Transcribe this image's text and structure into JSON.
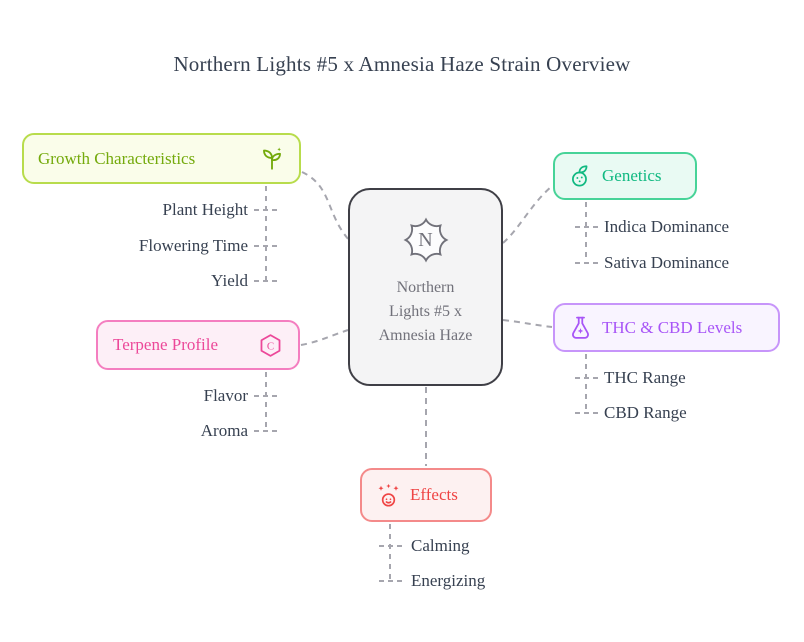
{
  "title": "Northern Lights #5 x Amnesia Haze Strain Overview",
  "center": {
    "badge": "N",
    "label": "Northern Lights #5 x Amnesia Haze"
  },
  "branches": {
    "growth": {
      "label": "Growth Characteristics",
      "icon": "sprout-icon",
      "children": [
        "Plant Height",
        "Flowering Time",
        "Yield"
      ]
    },
    "terpene": {
      "label": "Terpene Profile",
      "icon": "hexagon-c-icon",
      "icon_letter": "C",
      "children": [
        "Flavor",
        "Aroma"
      ]
    },
    "genetics": {
      "label": "Genetics",
      "icon": "berry-leaf-icon",
      "children": [
        "Indica Dominance",
        "Sativa Dominance"
      ]
    },
    "thc": {
      "label": "THC & CBD Levels",
      "icon": "flask-icon",
      "children": [
        "THC Range",
        "CBD Range"
      ]
    },
    "effects": {
      "label": "Effects",
      "icon": "sparkle-face-icon",
      "children": [
        "Calming",
        "Energizing"
      ]
    }
  },
  "colors": {
    "growth": {
      "text": "#74aa0c",
      "border": "#b8dc4c",
      "background": "#fafdea"
    },
    "genetics": {
      "text": "#10b981",
      "border": "#47d398",
      "background": "#e9faf3"
    },
    "terpene": {
      "text": "#ec4899",
      "border": "#f47ec0",
      "background": "#fdeff7"
    },
    "thc": {
      "text": "#a855f7",
      "border": "#c795fa",
      "background": "#f9f4ff"
    },
    "effects": {
      "text": "#ef4444",
      "border": "#f48a8a",
      "background": "#fdf1f1"
    },
    "center": {
      "text": "#71717a",
      "border": "#3f3f46",
      "background": "#f4f4f5"
    },
    "connector": "#a6a6ae",
    "leaf_text": "#374151",
    "title_text": "#374151"
  }
}
